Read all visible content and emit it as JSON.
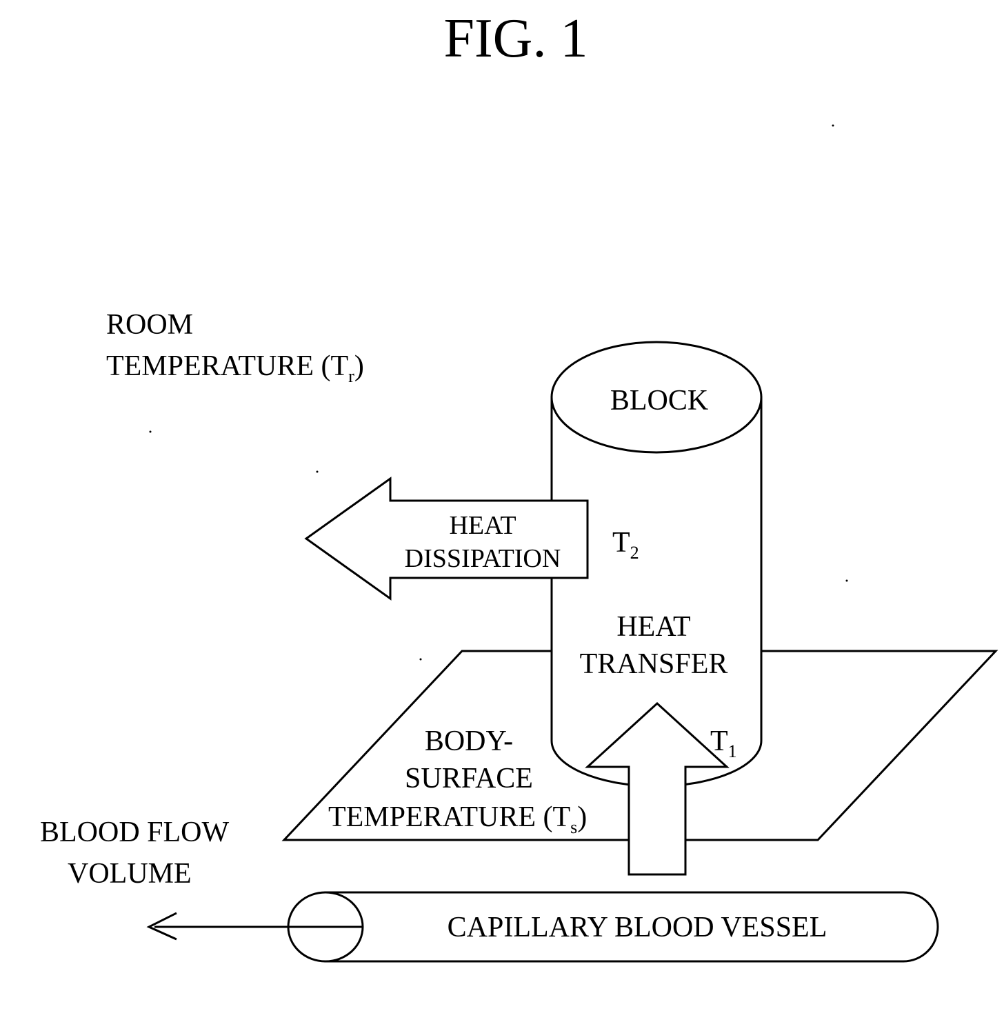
{
  "figure": {
    "title": "FIG. 1",
    "room_temperature": {
      "line1": "ROOM",
      "line2": "TEMPERATURE (T",
      "subscript": "r",
      "close": ")"
    },
    "block_label": "BLOCK",
    "heat_dissipation": {
      "line1": "HEAT",
      "line2": "DISSIPATION"
    },
    "t2": {
      "base": "T",
      "subscript": "2"
    },
    "heat_transfer": {
      "line1": "HEAT",
      "line2": "TRANSFER"
    },
    "t1": {
      "base": "T",
      "subscript": "1"
    },
    "body_surface": {
      "line1": "BODY-",
      "line2": "SURFACE",
      "line3": "TEMPERATURE (T",
      "subscript": "s",
      "close": ")"
    },
    "blood_flow": {
      "line1": "BLOOD FLOW",
      "line2": "VOLUME"
    },
    "capillary_label": "CAPILLARY BLOOD VESSEL"
  }
}
